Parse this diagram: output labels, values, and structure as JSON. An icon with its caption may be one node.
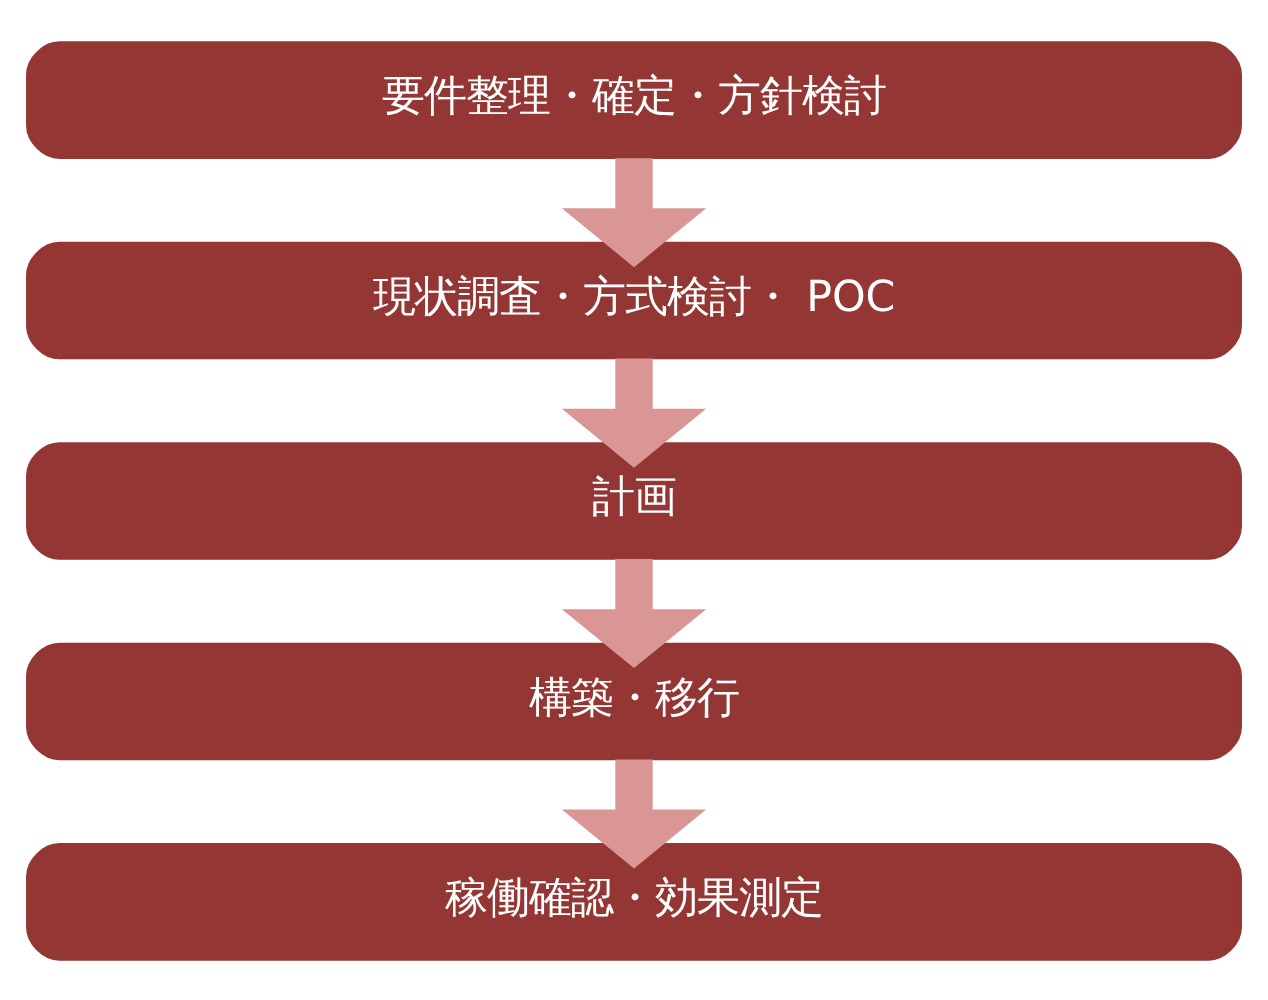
{
  "diagram": {
    "nodes": [
      {
        "text": [
          "要件整理・確定・方針検討"
        ]
      },
      {
        "text": [
          "現状調査・方式検討・ POC"
        ]
      },
      {
        "text": [
          "計画"
        ]
      },
      {
        "text": [
          "構築・移行"
        ]
      },
      {
        "text": [
          "稼働確認・効果測定"
        ]
      }
    ],
    "edges": [
      {
        "from": 0,
        "to": 1,
        "arrow": "to"
      },
      {
        "from": 1,
        "to": 2,
        "arrow": "to"
      },
      {
        "from": 2,
        "to": 3,
        "arrow": "to"
      },
      {
        "from": 3,
        "to": 4,
        "arrow": "to"
      }
    ]
  }
}
